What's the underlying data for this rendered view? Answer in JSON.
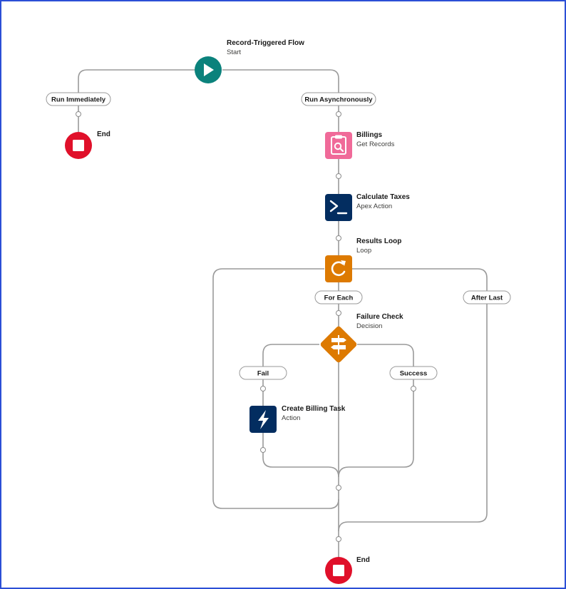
{
  "colors": {
    "start": "#0b827c",
    "end": "#e0102a",
    "get_records": "#f06a99",
    "apex": "#032d60",
    "loop": "#dd7a01",
    "decision": "#dd7a01",
    "action": "#032d60"
  },
  "nodes": {
    "start": {
      "title": "Record-Triggered Flow",
      "subtitle": "Start",
      "icon": "play-icon"
    },
    "end_immediate": {
      "title": "End",
      "icon": "stop-icon"
    },
    "billings": {
      "title": "Billings",
      "subtitle": "Get Records",
      "icon": "clipboard-search-icon"
    },
    "calculate_taxes": {
      "title": "Calculate Taxes",
      "subtitle": "Apex Action",
      "icon": "terminal-icon"
    },
    "results_loop": {
      "title": "Results Loop",
      "subtitle": "Loop",
      "icon": "refresh-icon"
    },
    "failure_check": {
      "title": "Failure Check",
      "subtitle": "Decision",
      "icon": "signpost-icon"
    },
    "create_billing_task": {
      "title": "Create Billing Task",
      "subtitle": "Action",
      "icon": "lightning-icon"
    },
    "end_final": {
      "title": "End",
      "icon": "stop-icon"
    }
  },
  "paths": {
    "run_immediately": "Run Immediately",
    "run_async": "Run Asynchronously",
    "for_each": "For Each",
    "after_last": "After Last",
    "fail": "Fail",
    "success": "Success"
  }
}
